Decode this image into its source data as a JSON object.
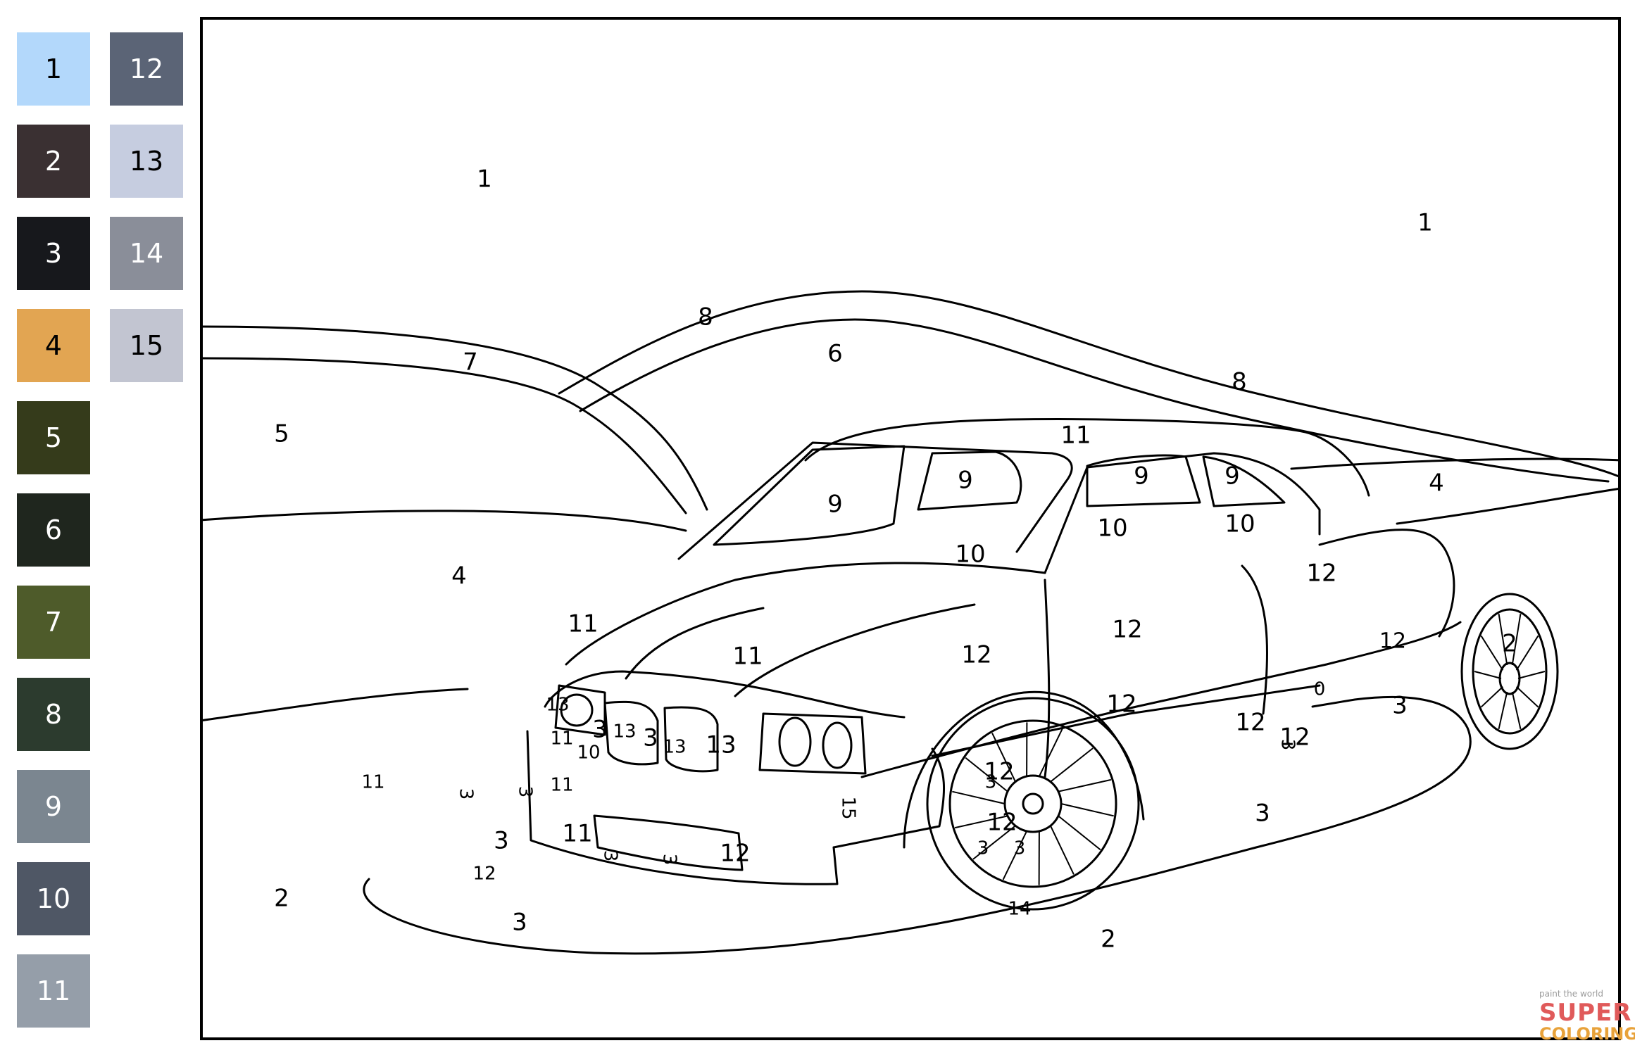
{
  "palette": [
    {
      "number": "1",
      "color": "#b3d8fb",
      "text_color": "#000000"
    },
    {
      "number": "2",
      "color": "#3a3032",
      "text_color": "#ffffff"
    },
    {
      "number": "3",
      "color": "#17181c",
      "text_color": "#ffffff"
    },
    {
      "number": "4",
      "color": "#e2a552",
      "text_color": "#000000"
    },
    {
      "number": "5",
      "color": "#353b1b",
      "text_color": "#ffffff"
    },
    {
      "number": "6",
      "color": "#1f261e",
      "text_color": "#ffffff"
    },
    {
      "number": "7",
      "color": "#4e5b2a",
      "text_color": "#ffffff"
    },
    {
      "number": "8",
      "color": "#2c3b2e",
      "text_color": "#ffffff"
    },
    {
      "number": "9",
      "color": "#7b8690",
      "text_color": "#ffffff"
    },
    {
      "number": "10",
      "color": "#4f5765",
      "text_color": "#ffffff"
    },
    {
      "number": "11",
      "color": "#959ea9",
      "text_color": "#ffffff"
    },
    {
      "number": "12",
      "color": "#5b6476",
      "text_color": "#ffffff"
    },
    {
      "number": "13",
      "color": "#c6cde0",
      "text_color": "#000000"
    },
    {
      "number": "14",
      "color": "#8a8e99",
      "text_color": "#ffffff"
    },
    {
      "number": "15",
      "color": "#c2c5d1",
      "text_color": "#000000"
    }
  ],
  "regions": [
    {
      "label": "1"
    },
    {
      "label": "1"
    },
    {
      "label": "8"
    },
    {
      "label": "6"
    },
    {
      "label": "8"
    },
    {
      "label": "7"
    },
    {
      "label": "5"
    },
    {
      "label": "4"
    },
    {
      "label": "4"
    },
    {
      "label": "11"
    },
    {
      "label": "9"
    },
    {
      "label": "9"
    },
    {
      "label": "9"
    },
    {
      "label": "9"
    },
    {
      "label": "10"
    },
    {
      "label": "10"
    },
    {
      "label": "10"
    },
    {
      "label": "11"
    },
    {
      "label": "11"
    },
    {
      "label": "12"
    },
    {
      "label": "12"
    },
    {
      "label": "12"
    },
    {
      "label": "12"
    },
    {
      "label": "2"
    },
    {
      "label": "13"
    },
    {
      "label": "3"
    },
    {
      "label": "3"
    },
    {
      "label": "11"
    },
    {
      "label": "10"
    },
    {
      "label": "13"
    },
    {
      "label": "13"
    },
    {
      "label": "13"
    },
    {
      "label": "11"
    },
    {
      "label": "11"
    },
    {
      "label": "3"
    },
    {
      "label": "3"
    },
    {
      "label": "3"
    },
    {
      "label": "11"
    },
    {
      "label": "12"
    },
    {
      "label": "3"
    },
    {
      "label": "3"
    },
    {
      "label": "12"
    },
    {
      "label": "3"
    },
    {
      "label": "15"
    },
    {
      "label": "3"
    },
    {
      "label": "3"
    },
    {
      "label": "14"
    },
    {
      "label": "12"
    },
    {
      "label": "12"
    },
    {
      "label": "12"
    },
    {
      "label": "12"
    },
    {
      "label": "3"
    },
    {
      "label": "12"
    },
    {
      "label": "0"
    },
    {
      "label": "3"
    },
    {
      "label": "3"
    },
    {
      "label": "2"
    },
    {
      "label": "3"
    },
    {
      "label": "2"
    }
  ],
  "logo": {
    "tagline": "paint the world",
    "line1": "SUPER",
    "line2": "COLORING"
  }
}
